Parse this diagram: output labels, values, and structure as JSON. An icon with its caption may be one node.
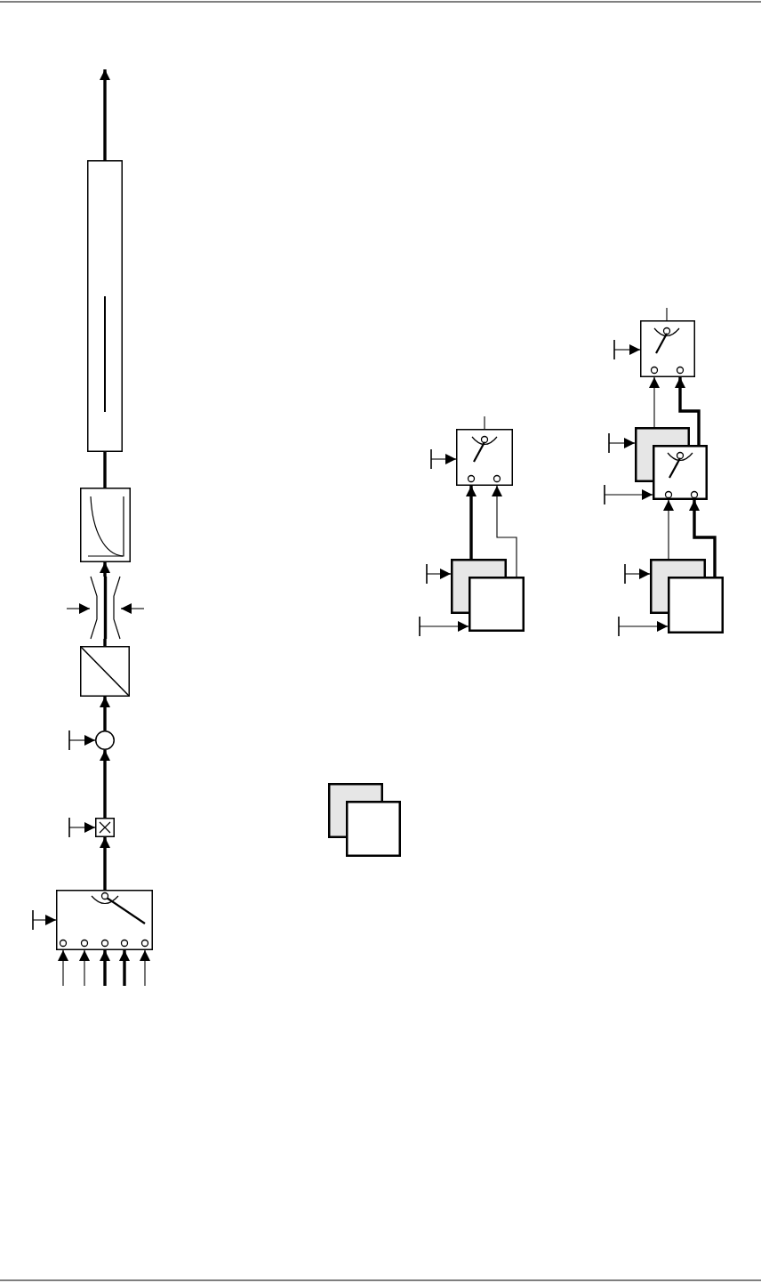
{
  "diagram": {
    "nodes": [
      {
        "text": [],
        "shape": "box"
      },
      {
        "text": [],
        "shape": "box"
      },
      {
        "text": [],
        "shape": "symbol"
      },
      {
        "text": [],
        "shape": "box"
      },
      {
        "text": [],
        "shape": "circle"
      },
      {
        "text": [],
        "shape": "box"
      },
      {
        "text": [],
        "shape": "box"
      },
      {
        "text": [],
        "shape": "box"
      },
      {
        "text": [],
        "shape": "box"
      },
      {
        "text": [],
        "shape": "box"
      },
      {
        "text": [],
        "shape": "box"
      },
      {
        "text": [],
        "shape": "box"
      },
      {
        "text": [],
        "shape": "box"
      },
      {
        "text": [],
        "shape": "box"
      },
      {
        "text": [],
        "shape": "box"
      },
      {
        "text": [],
        "shape": "box"
      },
      {
        "text": [],
        "shape": "box"
      }
    ],
    "edges": [
      {
        "from": 0,
        "to": null,
        "arrow": "to",
        "style": "thick"
      },
      {
        "from": 1,
        "to": 0,
        "arrow": "none",
        "style": "thick"
      },
      {
        "from": 3,
        "to": 2,
        "arrow": "none",
        "style": "thick"
      },
      {
        "from": 2,
        "to": 1,
        "arrow": "to",
        "style": "thick"
      },
      {
        "from": 4,
        "to": 3,
        "arrow": "to",
        "style": "thick"
      },
      {
        "from": 5,
        "to": 4,
        "arrow": "to",
        "style": "thick"
      },
      {
        "from": 6,
        "to": 5,
        "arrow": "to",
        "style": "thick"
      },
      {
        "from": null,
        "to": 2,
        "arrow": "to"
      },
      {
        "from": null,
        "to": 2,
        "arrow": "to"
      },
      {
        "from": null,
        "to": 4,
        "arrow": "to"
      },
      {
        "from": null,
        "to": 5,
        "arrow": "to"
      },
      {
        "from": null,
        "to": 6,
        "arrow": "to"
      },
      {
        "from": null,
        "to": 6,
        "arrow": "to"
      },
      {
        "from": null,
        "to": 6,
        "arrow": "to"
      },
      {
        "from": null,
        "to": 6,
        "arrow": "to",
        "style": "thick"
      },
      {
        "from": null,
        "to": 6,
        "arrow": "to",
        "style": "thick"
      },
      {
        "from": null,
        "to": 6,
        "arrow": "to"
      },
      {
        "from": 7,
        "to": null,
        "arrow": "none"
      },
      {
        "from": 8,
        "to": 7,
        "arrow": "to",
        "style": "thick"
      },
      {
        "from": 9,
        "to": 7,
        "arrow": "to"
      },
      {
        "from": null,
        "to": 7,
        "arrow": "to"
      },
      {
        "from": null,
        "to": 8,
        "arrow": "to"
      },
      {
        "from": null,
        "to": 9,
        "arrow": "to"
      },
      {
        "from": 10,
        "to": null,
        "arrow": "none"
      },
      {
        "from": 11,
        "to": 10,
        "arrow": "to"
      },
      {
        "from": 12,
        "to": 10,
        "arrow": "to",
        "style": "thick"
      },
      {
        "from": 13,
        "to": 12,
        "arrow": "to"
      },
      {
        "from": 14,
        "to": 12,
        "arrow": "to",
        "style": "thick"
      },
      {
        "from": null,
        "to": 10,
        "arrow": "to"
      },
      {
        "from": null,
        "to": 11,
        "arrow": "to"
      },
      {
        "from": null,
        "to": 12,
        "arrow": "to"
      },
      {
        "from": null,
        "to": 13,
        "arrow": "to"
      },
      {
        "from": null,
        "to": 14,
        "arrow": "to"
      }
    ]
  }
}
